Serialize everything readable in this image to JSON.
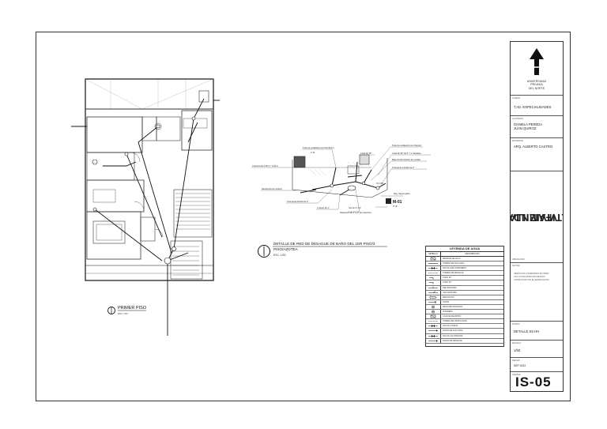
{
  "detail": {
    "labels": {
      "vent_cap": "Tubo de ventilacion con Sombrero",
      "vent_dim": "2\" Ø",
      "column": "Columna de 0.25 m * 0.40 m",
      "elbow45": "Codo de 45°",
      "vent_cap2": "Tubo de ventilacion con Tampón",
      "elbow90": "Codo de 45° de 2\" = 1 Sanitaria",
      "sink_trap": "Base de Revolucion de Lavabo",
      "lav_trap": "Trampa de Lavabo de 2\"",
      "reg": "Revolucion de Inodoro",
      "shower": "Trampa de Ducha de 2\"",
      "tee": "Y-tavico de 2\"",
      "wye": "Tee de 4\" a 2\"",
      "red": "Reduccion de 4\" a 2\" de reduccion",
      "m01_code": "M-01",
      "m01_dim": "3\" Ø",
      "slope": "S=1.5%",
      "m01_note": "Reg. Seguir plano"
    },
    "title": "DETALLE DE RED DE DESAGUE DE BAÑO DEL 1ER PISO/3 PISO/AZOTEA",
    "scale": "ESC: 1/30"
  },
  "plan": {
    "title": "PRIMER PISO",
    "scale": "ESC: 1/50"
  },
  "legend": {
    "title": "LEYENDA DE AGUA",
    "col_symbol": "SIMBOLO",
    "col_desc": "DESCRIPCION",
    "rows": [
      "MEDIDOR DE AGUA",
      "TUBERIA DE AGUA FRIA",
      "VALVULA DE COMPUERTA",
      "TUBERIA DE DESAGUE",
      "CODO 90°",
      "CODO 45°",
      "TEE SANITARIA",
      "YEE SANITARIA",
      "REDUCCION",
      "TAPON",
      "REGISTRO ROSCADO",
      "SUMIDERO",
      "CAJA DE REGISTRO",
      "TUBERIA DE VENTILACION",
      "VALVULA CHECK",
      "SALIDA DE AGUA FRIA",
      "VALVULA FLOTADORA",
      "SALIDA DE DESAGUE"
    ]
  },
  "titleblock": {
    "north_lines": [
      "UNIVERSIDAD",
      "PRIVADA",
      "DEL NORTE"
    ],
    "course_label": "CURSO:",
    "course": "T.AD. ESPECIALIDADES",
    "authors_label": "ALUMNOS:",
    "authors": [
      "DANIELA PEREDA",
      "JUAN QUIROZ"
    ],
    "teacher_label": "DOCENTE:",
    "teacher": "ARQ. ALBERTO CASTRO",
    "project": [
      "VIVIENDA",
      "MULTIFAMILIAR"
    ],
    "location_label": "UBICACION:",
    "notes_label": "NOTAS:",
    "notes": [
      "VERIFICAR LAS MEDIDAS EN OBRA",
      "LAS COTAS ESTAN EN METROS",
      "CONSULTAR CON EL ESPECIALISTA"
    ],
    "plan_label": "PLANO:",
    "plan": "DETALLE SS.HH",
    "scale_label": "ESCALA:",
    "scale": "1/50",
    "date_label": "FECHA:",
    "date": "SEP 2022",
    "sheet_label": "LAMINA:",
    "sheet": "IS-05"
  }
}
